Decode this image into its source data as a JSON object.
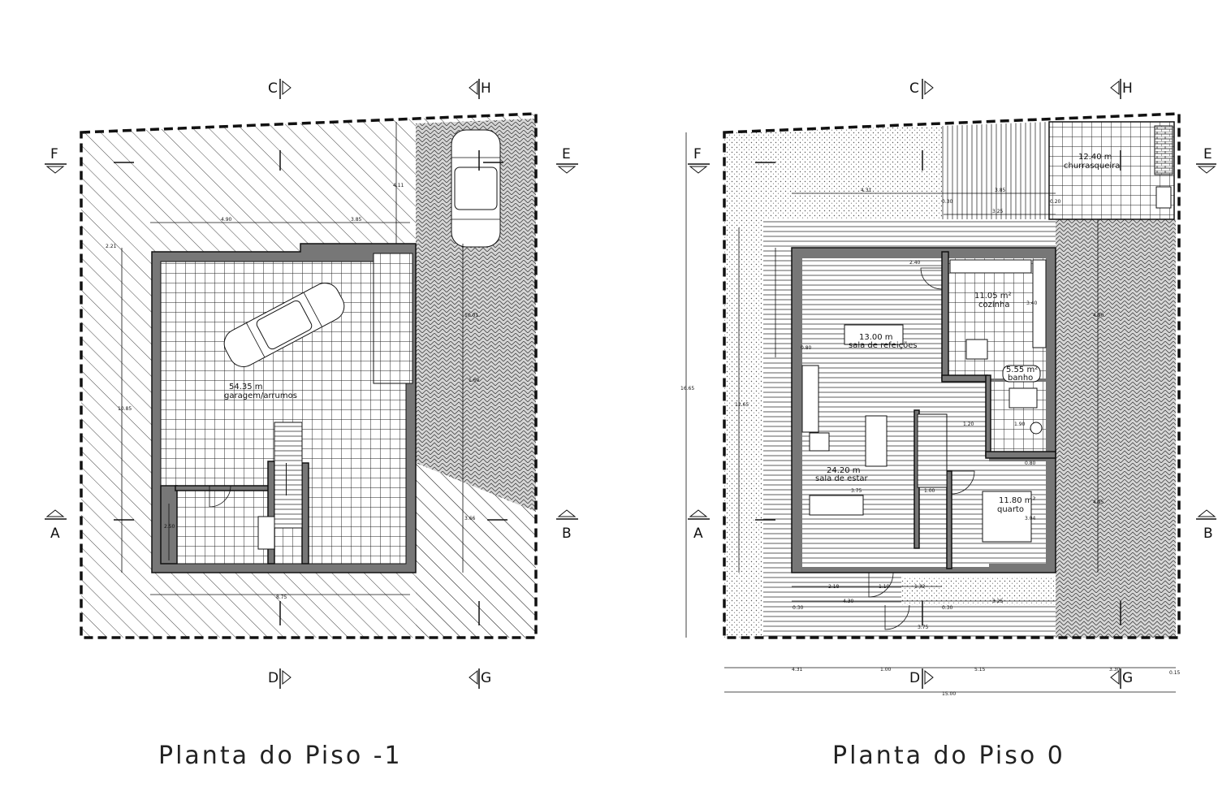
{
  "sheet": {
    "plans": [
      {
        "title": "Planta do Piso -1",
        "sections": {
          "top_left": "C",
          "top_right": "H",
          "left_top": "F",
          "right_top": "E",
          "left_bottom": "A",
          "right_bottom": "B",
          "bottom_left": "D",
          "bottom_right": "G"
        },
        "rooms": [
          {
            "area": "54.35 m",
            "name": "garagem/arrumos"
          }
        ],
        "dimensions": [
          "4.90",
          "3.85",
          "4.11",
          "2.21",
          "10.85",
          "10.01",
          "1.60",
          "2.50",
          "3.66",
          "8.75"
        ]
      },
      {
        "title": "Planta do Piso 0",
        "sections": {
          "top_left": "C",
          "top_right": "H",
          "left_top": "F",
          "right_top": "E",
          "left_bottom": "A",
          "right_bottom": "B",
          "bottom_left": "D",
          "bottom_right": "G"
        },
        "rooms": [
          {
            "area": "12.40 m",
            "name": "churrasqueira"
          },
          {
            "area": "11.05 m²",
            "name": "cozinha"
          },
          {
            "area": "13.00 m",
            "name": "sala de refeições"
          },
          {
            "area": "5.55 m²",
            "name": "banho"
          },
          {
            "area": "24.20 m",
            "name": "sala de estar"
          },
          {
            "area": "11.80 m²",
            "name": "quarto"
          }
        ],
        "dimensions": [
          "4.31",
          "3.85",
          "3.25",
          "0.30",
          "0.20",
          "2.40",
          "3.40",
          "0.80",
          "1.20",
          "1.90",
          "0.80",
          "3.75",
          "1.00",
          "3.04",
          "2.18",
          "1.10",
          "1.32",
          "4.30",
          "0.30",
          "3.25",
          "0.30",
          "3.75",
          "16.65",
          "12.65",
          "4.31",
          "1.00",
          "5.15",
          "3.30",
          "0.15",
          "15.00",
          "4.90",
          "4.95"
        ]
      }
    ]
  }
}
